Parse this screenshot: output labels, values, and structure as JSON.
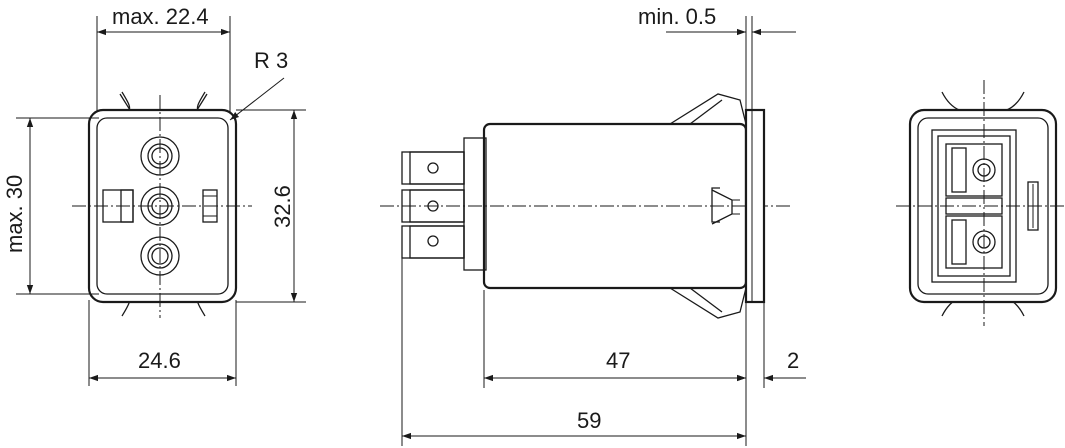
{
  "drawing": {
    "front_view": {
      "width_label": "max. 22.4",
      "radius_label": "R 3",
      "height_label": "max. 30",
      "flange_height_label": "32.6",
      "flange_width_label": "24.6"
    },
    "side_view": {
      "flange_gap_label": "min. 0.5",
      "body_length_label": "47",
      "flange_thickness_label": "2",
      "overall_length_label": "59"
    }
  }
}
